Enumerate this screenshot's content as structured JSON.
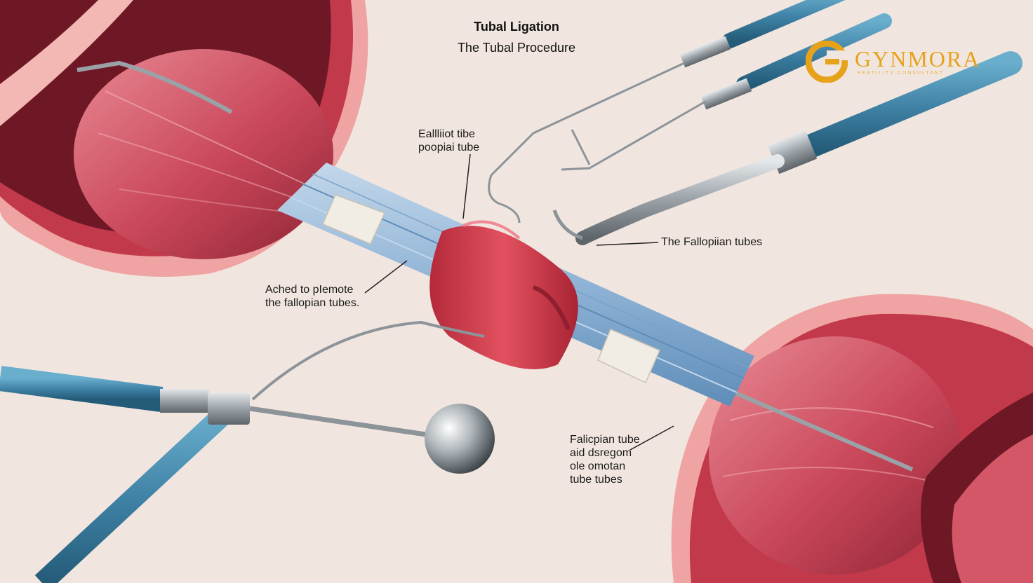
{
  "title": "Tubal Ligation",
  "subtitle": "The Tubal Procedure",
  "logo": {
    "name": "GYNMORA",
    "tagline": "FERTILITY CONSULTANT",
    "color": "#e7a21c"
  },
  "labels": {
    "top_center": "Eallliiot tibe\npoopiai tube",
    "right_instrument": "The Fallopiian tubes",
    "left_middle": "Ached to pIemote\nthe fallopian tubes.",
    "bottom_right": "Falicpian tube\naid dsregom\nole omotan\ntube tubes"
  },
  "colors": {
    "background": "#f1e6df",
    "uterus": "#c94a5c",
    "tissue": "#f0a7a6",
    "tube": "#8fb3d6",
    "band": "#d63c4c",
    "instrument_shaft": "#3f82a6",
    "metal": "#9aa2a8"
  }
}
